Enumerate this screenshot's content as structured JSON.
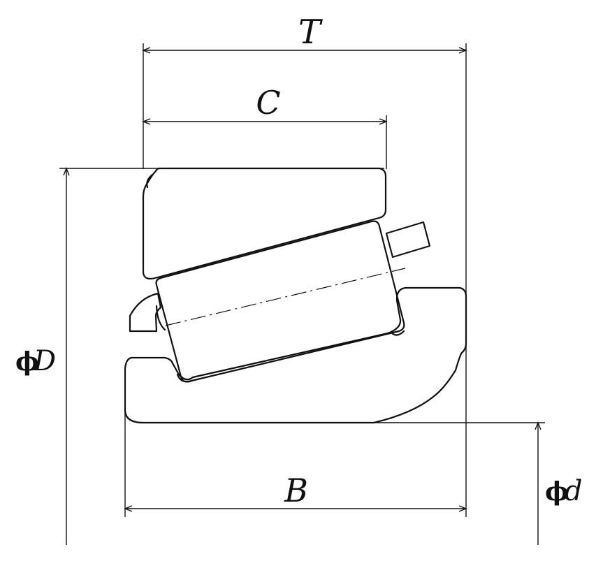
{
  "labels": {
    "T": "T",
    "C": "C",
    "B": "B",
    "phi": "ϕ",
    "D": "D",
    "d": "d"
  },
  "colors": {
    "line": "#111111",
    "background": "#ffffff"
  }
}
